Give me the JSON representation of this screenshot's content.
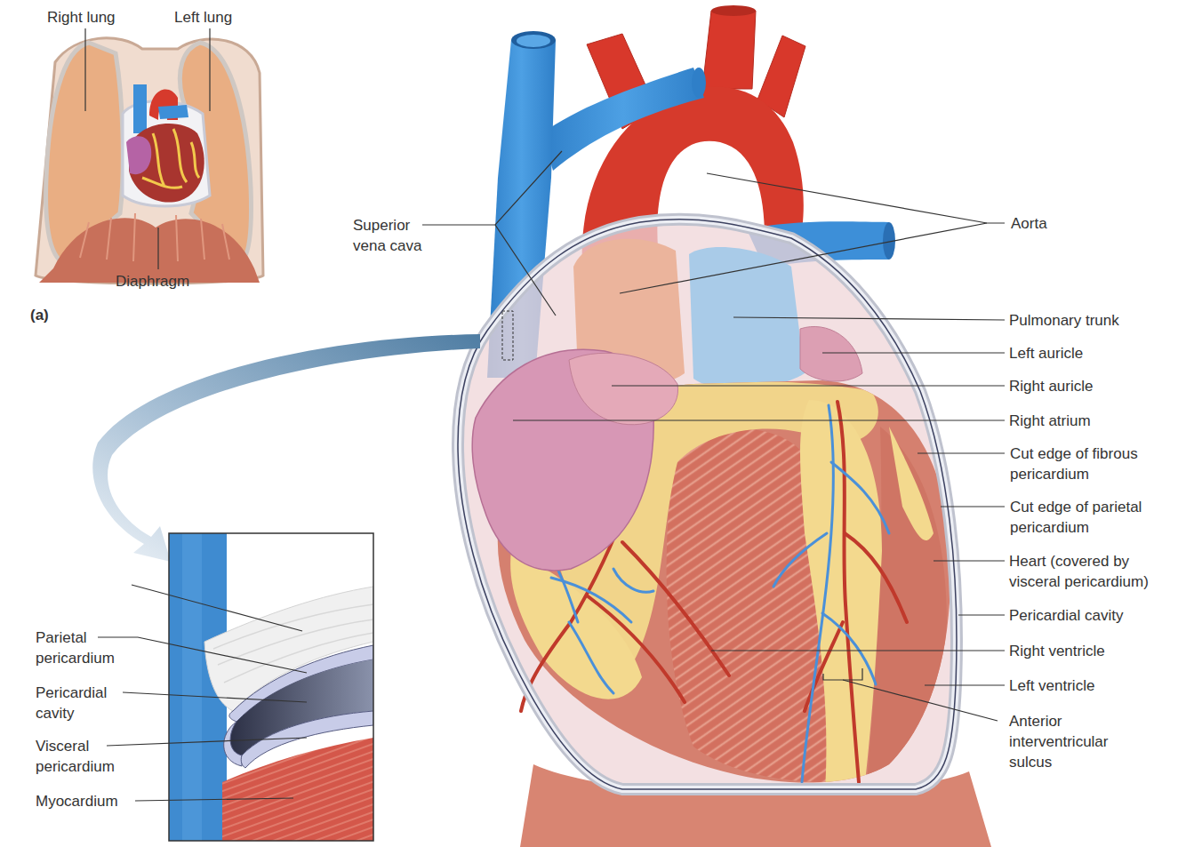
{
  "diagram": {
    "labels": [
      "Right lung",
      "Left lung",
      "Diaphragm",
      "(a)",
      "Superior vena cava",
      "Aorta",
      "Pulmonary trunk",
      "Left auricle",
      "Right auricle",
      "Right atrium",
      "Cut edge of fibrous pericardium",
      "Cut edge of parietal pericardium",
      "Heart (covered by visceral pericardium)",
      "Pericardial cavity",
      "Right ventricle",
      "Left ventricle",
      "Anterior interventricular sulcus",
      "Parietal pericardium",
      "Pericardial cavity",
      "Visceral pericardium",
      "Myocardium"
    ]
  }
}
